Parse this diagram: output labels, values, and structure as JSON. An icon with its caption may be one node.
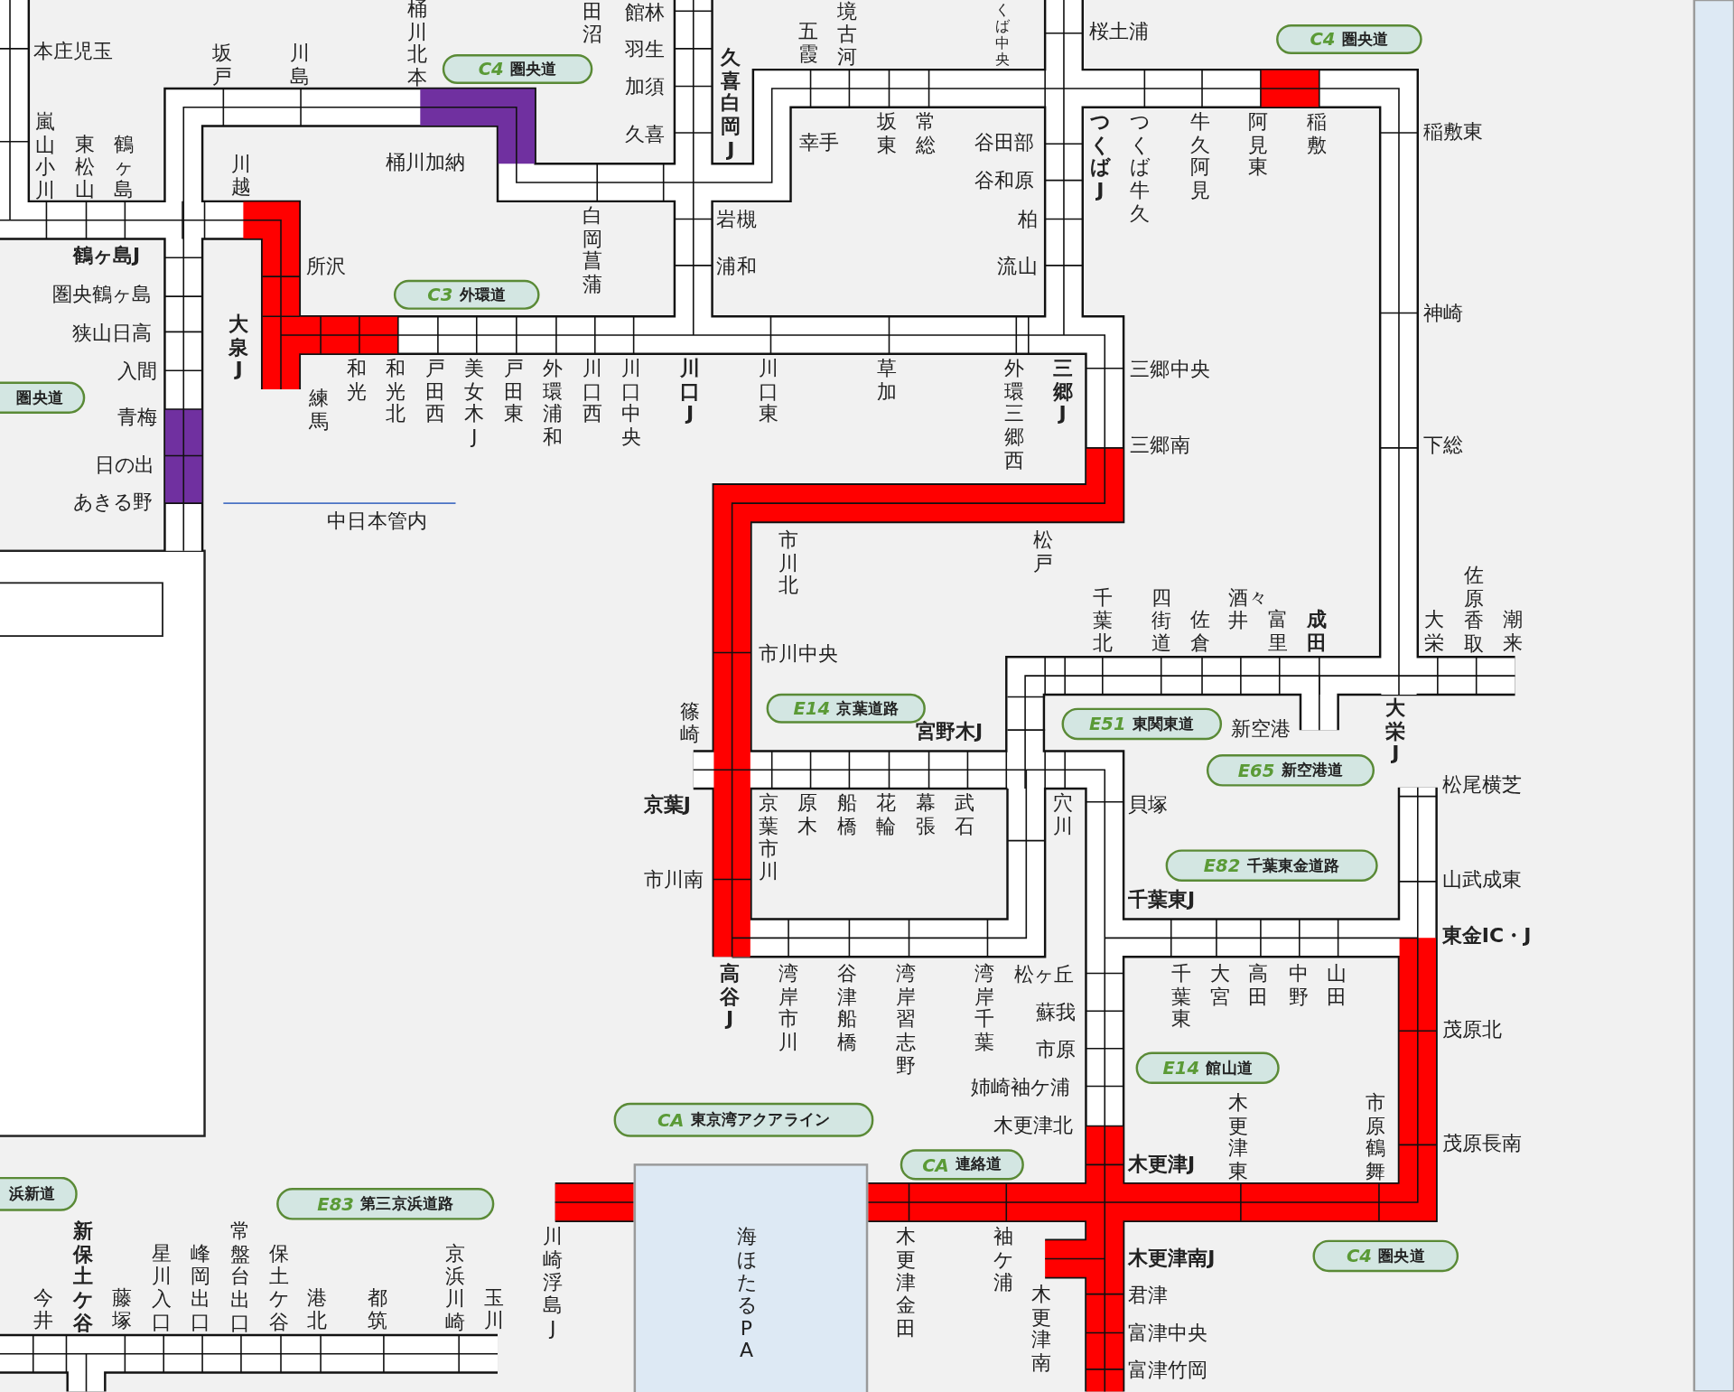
{
  "diagram": {
    "nodes": [
      {
        "text": [
          "C4",
          "圏央道"
        ]
      },
      {
        "text": [
          "C4",
          "圏央道"
        ]
      },
      {
        "text": [
          "C3",
          "外環道"
        ]
      },
      {
        "text": [
          "圏央道"
        ]
      },
      {
        "text": [
          "E14",
          "京葉道路"
        ]
      },
      {
        "text": [
          "E51",
          "東関東道"
        ]
      },
      {
        "text": [
          "E65",
          "新空港道"
        ]
      },
      {
        "text": [
          "E82",
          "千葉東金道路"
        ]
      },
      {
        "text": [
          "E14",
          "館山道"
        ]
      },
      {
        "text": [
          "CA",
          "東京湾アクアライン"
        ]
      },
      {
        "text": [
          "CA",
          "連絡道"
        ]
      },
      {
        "text": [
          "C4",
          "圏央道"
        ]
      },
      {
        "text": [
          "E83",
          "第三京浜道路"
        ]
      },
      {
        "text": [
          "浜新道"
        ]
      },
      {
        "text": [
          "海ほたるPA"
        ]
      }
    ],
    "labels": [
      "本庄児玉",
      "坂戸",
      "川島",
      "桶川北本",
      "嵐山小川",
      "東松山",
      "鶴ヶ島",
      "川越",
      "桶川加納",
      "田沼",
      "館林",
      "羽生",
      "加須",
      "久喜",
      "久喜白岡J",
      "白岡菖蒲",
      "五霞",
      "境古河",
      "くば中央",
      "桜土浦",
      "幸手",
      "坂東",
      "常総",
      "谷田部",
      "谷和原",
      "柏",
      "流山",
      "岩槻",
      "浦和",
      "つくばJ",
      "つくば牛久",
      "牛久阿見",
      "阿見東",
      "稲敷",
      "稲敷東",
      "鶴ヶ島J",
      "圏央鶴ヶ島",
      "狭山日高",
      "入間",
      "青梅",
      "日の出",
      "あきる野",
      "所沢",
      "大泉J",
      "練馬",
      "和光",
      "和光北",
      "戸田西",
      "美女木J",
      "戸田東",
      "外環浦和",
      "川口西",
      "川口中央",
      "川口J",
      "川口東",
      "草加",
      "外環三郷西",
      "三郷J",
      "三郷中央",
      "三郷南",
      "神崎",
      "下総",
      "中日本管内",
      "市川北",
      "松戸",
      "千葉北",
      "四街道",
      "佐倉",
      "酒々井",
      "富里",
      "成田",
      "大栄",
      "佐原香取",
      "潮来",
      "市川中央",
      "篠崎",
      "宮野木J",
      "新空港",
      "大栄J",
      "松尾横芝",
      "京葉J",
      "京葉市川",
      "原木",
      "船橋",
      "花輪",
      "幕張",
      "武石",
      "穴川",
      "貝塚",
      "市川南",
      "山武成東",
      "千葉東J",
      "東金IC・J",
      "高谷J",
      "湾岸市川",
      "谷津船橋",
      "湾岸習志野",
      "湾岸千葉",
      "松ヶ丘",
      "千葉東",
      "大宮",
      "高田",
      "中野",
      "山田",
      "茂原北",
      "蘇我",
      "市原",
      "姉崎袖ケ浦",
      "木更津北",
      "木更津東",
      "市原鶴舞",
      "茂原長南",
      "木更津J",
      "木更津南J",
      "君津",
      "富津中央",
      "富津竹岡",
      "川崎浮島J",
      "木更津金田",
      "袖ケ浦",
      "木更津南",
      "今井",
      "新保土ケ谷",
      "藤塚",
      "星川入口",
      "峰岡出口",
      "常盤台出口",
      "保土ケ谷",
      "港北",
      "都筑",
      "京浜川崎",
      "玉川"
    ]
  }
}
